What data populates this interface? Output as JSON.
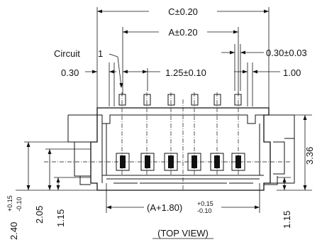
{
  "drawing": {
    "dimensions": {
      "c": "C±0.20",
      "a": "A±0.20",
      "pitch": "1.25±0.10",
      "pin_width": "0.30±0.03",
      "left_offset": "0.30",
      "right_offset": "1.00",
      "height": "3.36",
      "left_height_main": "2.40",
      "left_height_tol_top": "+0.15",
      "left_height_tol_bottom": "-0.10",
      "height_205": "2.05",
      "height_115_left": "1.15",
      "height_115_right": "1.15",
      "bottom_span": "(A+1.80)",
      "bottom_tol_top": "+0.15",
      "bottom_tol_bottom": "-0.10"
    },
    "labels": {
      "circuit": "Circuit",
      "circuit_number": "1",
      "view": "(TOP VIEW)"
    }
  }
}
